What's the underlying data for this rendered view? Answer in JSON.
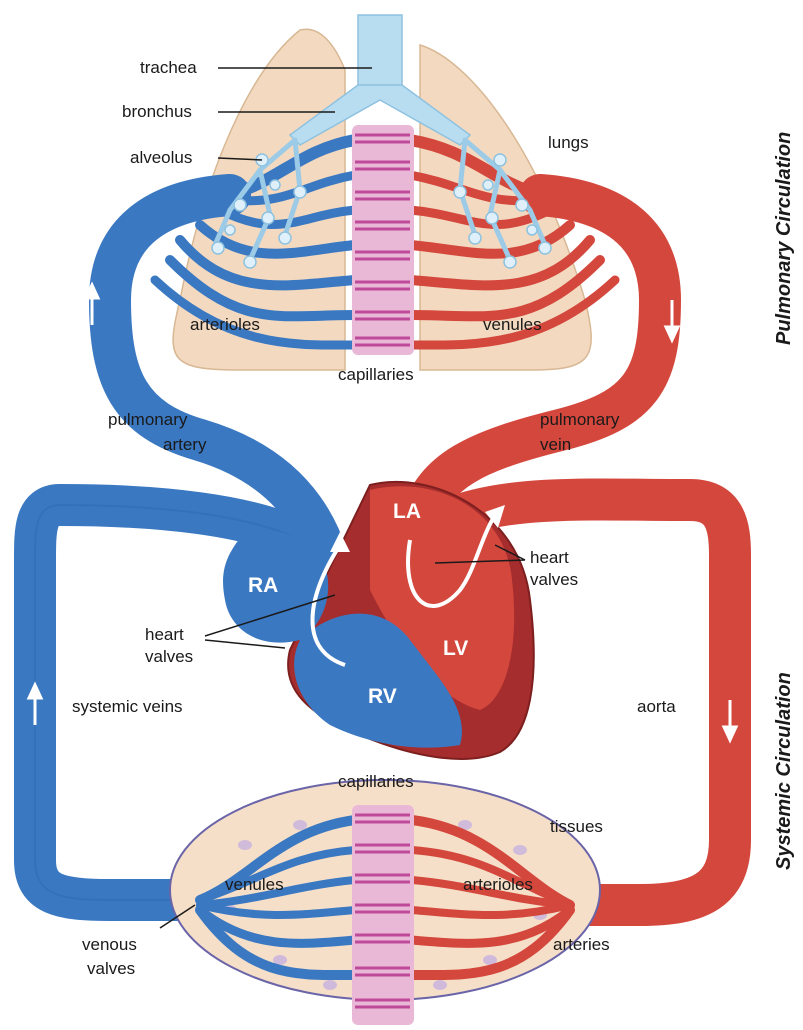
{
  "labels": {
    "trachea": "trachea",
    "bronchus": "bronchus",
    "alveolus": "alveolus",
    "lungs": "lungs",
    "arterioles_top": "arterioles",
    "venules_top": "venules",
    "capillaries_top": "capillaries",
    "pulmonary_artery_1": "pulmonary",
    "pulmonary_artery_2": "artery",
    "pulmonary_vein_1": "pulmonary",
    "pulmonary_vein_2": "vein",
    "ra": "RA",
    "la": "LA",
    "lv": "LV",
    "rv": "RV",
    "heart_valves_left_1": "heart",
    "heart_valves_left_2": "valves",
    "heart_valves_right_1": "heart",
    "heart_valves_right_2": "valves",
    "systemic_veins": "systemic veins",
    "aorta": "aorta",
    "capillaries_bottom": "capillaries",
    "tissues": "tissues",
    "venules_bottom": "venules",
    "arterioles_bottom": "arterioles",
    "venous_valves_1": "venous",
    "venous_valves_2": "valves",
    "arteries": "arteries",
    "pulmonary_circulation": "Pulmonary Circulation",
    "systemic_circulation": "Systemic Circulation"
  },
  "colors": {
    "deoxygenated": "#3a78c2",
    "oxygenated": "#d4473d",
    "lung_tissue": "#f3d9bf",
    "airway": "#b8dcf0",
    "tissue_bg": "#f6dfc8",
    "capillary": "#c04a9a"
  }
}
